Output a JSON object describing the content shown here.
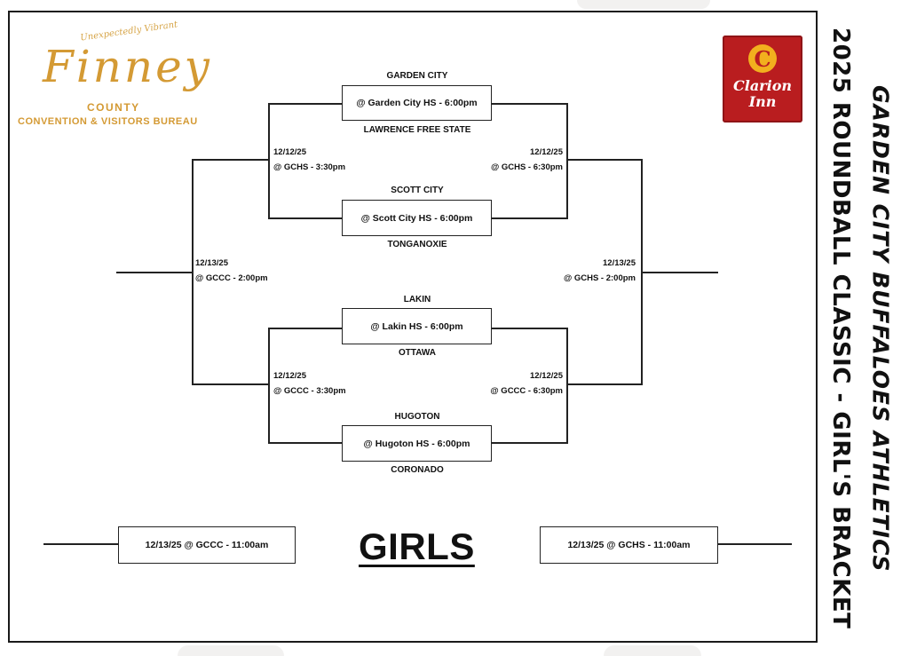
{
  "header": {
    "title_line1": "2025 ROUNDBALL CLASSIC - GIRL'S BRACKET",
    "title_line2": "GARDEN CITY BUFFALOES ATHLETICS"
  },
  "sponsors": {
    "finney": {
      "tagline": "Unexpectedly Vibrant",
      "name": "Finney",
      "county": "COUNTY",
      "bureau": "CONVENTION & VISITORS BUREAU"
    },
    "clarion": {
      "mark": "C",
      "name_line1": "Clarion",
      "name_line2": "Inn"
    }
  },
  "bracket": {
    "games": [
      {
        "top_team": "GARDEN CITY",
        "location": "@ Garden City HS  -  6:00pm",
        "bottom_team": "LAWRENCE FREE STATE"
      },
      {
        "top_team": "SCOTT CITY",
        "location": "@ Scott City HS  -  6:00pm",
        "bottom_team": "TONGANOXIE"
      },
      {
        "top_team": "LAKIN",
        "location": "@ Lakin HS  -  6:00pm",
        "bottom_team": "OTTAWA"
      },
      {
        "top_team": "HUGOTON",
        "location": "@ Hugoton HS  -  6:00pm",
        "bottom_team": "CORONADO"
      }
    ],
    "second_round": [
      {
        "date": "12/12/25",
        "location": "@ GCHS  -  3:30pm"
      },
      {
        "date": "12/12/25",
        "location": "@ GCHS  -  6:30pm"
      },
      {
        "date": "12/12/25",
        "location": "@ GCCC  -  3:30pm"
      },
      {
        "date": "12/12/25",
        "location": "@ GCCC  -  6:30pm"
      }
    ],
    "third_round": [
      {
        "date": "12/13/25",
        "location": "@ GCCC  -  2:00pm"
      },
      {
        "date": "12/13/25",
        "location": "@ GCHS  -  2:00pm"
      }
    ],
    "finals": [
      {
        "label": "12/13/25 @ GCCC -  11:00am"
      },
      {
        "label": "12/13/25 @ GCHS  -  11:00am"
      }
    ],
    "division_label": "GIRLS"
  },
  "colors": {
    "gold": "#d49a34",
    "clarion_red": "#b91d1f",
    "clarion_gold": "#f2b01e",
    "line": "#222222"
  }
}
